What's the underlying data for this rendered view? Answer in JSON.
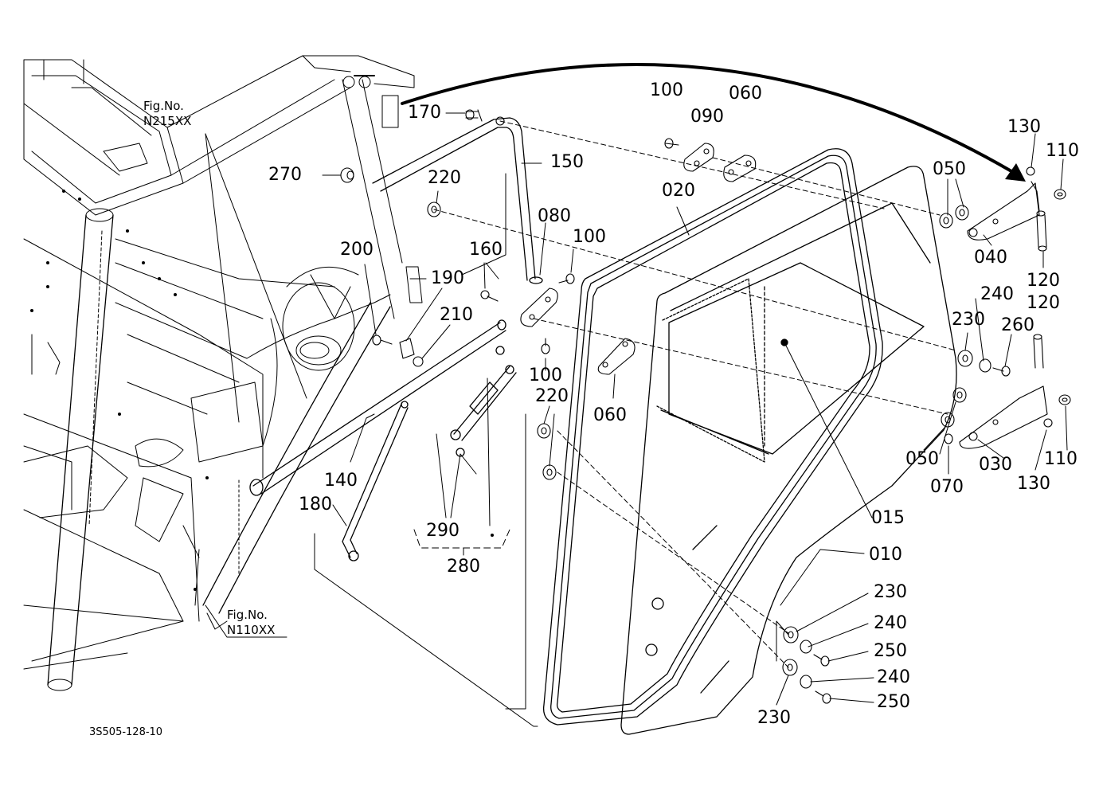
{
  "drawing_number": "3S505-128-10",
  "figure_refs": [
    {
      "caption": "Fig.No.",
      "code": "N215XX"
    },
    {
      "caption": "Fig.No.",
      "code": "N110XX"
    }
  ],
  "part_labels": {
    "p100a": "100",
    "p090": "090",
    "p060a": "060",
    "p130a": "130",
    "p110a": "110",
    "p170": "170",
    "p150": "150",
    "p270": "270",
    "p220a": "220",
    "p020": "020",
    "p050a": "050",
    "p040": "040",
    "p120a": "120",
    "p120b": "120",
    "p080": "080",
    "p160": "160",
    "p100b": "100",
    "p200": "200",
    "p190": "190",
    "p210": "210",
    "p240a": "240",
    "p230a": "230",
    "p260": "260",
    "p100c": "100",
    "p220b": "220",
    "p060b": "060",
    "p050b": "050",
    "p070": "070",
    "p030": "030",
    "p130b": "130",
    "p110b": "110",
    "p140": "140",
    "p180": "180",
    "p290": "290",
    "p280": "280",
    "p015": "015",
    "p010": "010",
    "p230b": "230",
    "p240b": "240",
    "p250a": "250",
    "p240c": "240",
    "p250b": "250",
    "p230c": "230"
  }
}
